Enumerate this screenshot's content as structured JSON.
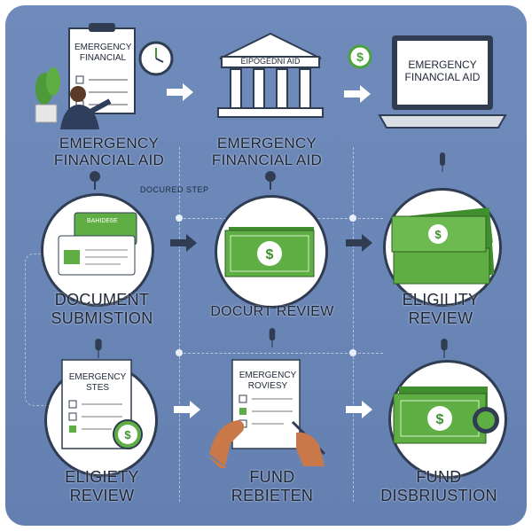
{
  "steps": [
    {
      "id": "s1",
      "label": "EMERGENCY\nFINANCIAL AID",
      "inner_text": "EMERGENCY\nFINANCIAL"
    },
    {
      "id": "s2",
      "label": "EMERGENCY\nFINANCIAL AID",
      "inner_text": "EIPOGEDNI AID"
    },
    {
      "id": "s3",
      "label": "",
      "inner_text": "EMERGENCY\nFINANCIAL AID"
    },
    {
      "id": "s4",
      "label": "DOCUMENT\nSUBMISTION",
      "inner_text": "BAHIDE6E"
    },
    {
      "id": "s5",
      "label": "DOCURT REVIEW",
      "inner_text": ""
    },
    {
      "id": "s6",
      "label": "ELIGILITY\nREVIEW",
      "inner_text": ""
    },
    {
      "id": "s7",
      "label": "ELIGIETY\nREVIEW",
      "inner_text": "EMERGENCY\nSTES"
    },
    {
      "id": "s8",
      "label": "FUND\nREBIETEN",
      "inner_text": "EMERGENCY\nROVIESY"
    },
    {
      "id": "s9",
      "label": "FUND\nDISBRIUSTION",
      "inner_text": ""
    }
  ],
  "floating_text": "DOCURED STEP",
  "currency_symbol": "$",
  "colors": {
    "background": "#6a86b6",
    "money": "#5fa83c",
    "dark": "#2f3c52"
  }
}
